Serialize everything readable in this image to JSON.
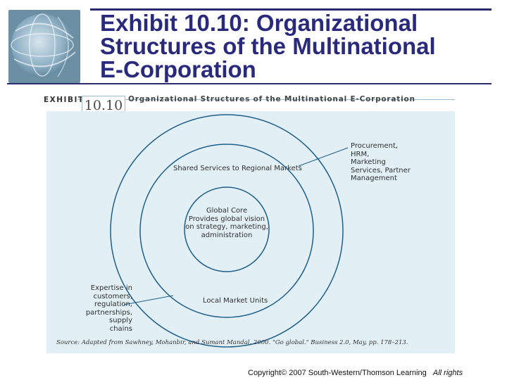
{
  "slide": {
    "title_lines": [
      "Exhibit 10.10: Organizational",
      "Structures of the Multinational",
      "E-Corporation"
    ],
    "copyright": "Copyright© 2007 South-Western/Thomson Learning",
    "rights": "All rights"
  },
  "exhibit": {
    "word": "EXHIBIT",
    "number": "10.10",
    "title": "Organizational Structures of the Multinational E-Corporation",
    "core_lines": [
      "Global Core",
      "Provides global vision",
      "on strategy, marketing,",
      "administration"
    ],
    "middle_label": "Shared Services to Regional Markets",
    "outer_label": "Local Market Units",
    "right_callout": [
      "Procurement,",
      "HRM,",
      "Marketing",
      "Services, Partner",
      "Management"
    ],
    "left_callout": [
      "Expertise in",
      "customers,",
      "regulation,",
      "partnerships,",
      "supply",
      "chains"
    ],
    "source": "Source:  Adapted from Sawhney, Mohanbir, and Sumant Mandal. 2000. \"Go global.\" Business 2.0, May, pp. 178–213."
  },
  "colors": {
    "title": "#2a2a7c",
    "panel_bg": "#e2f0f6",
    "circle_stroke": "#1f5f8b"
  }
}
